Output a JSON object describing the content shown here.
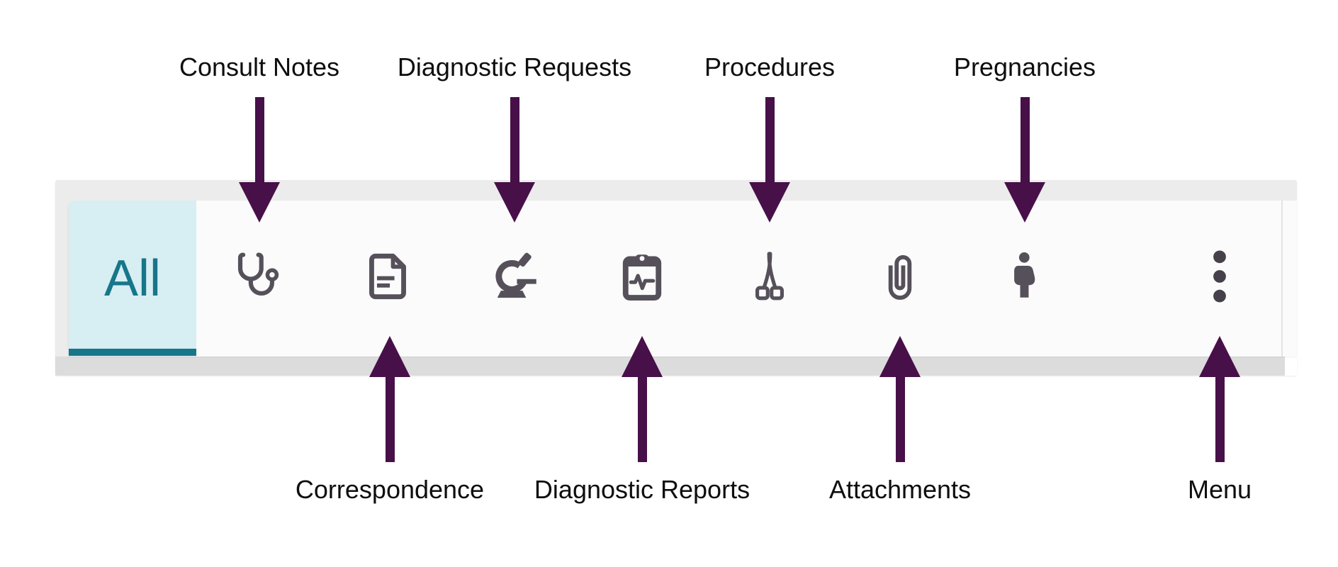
{
  "toolbar": {
    "all_tab_label": "All",
    "buttons": [
      {
        "id": "consult-notes",
        "icon": "stethoscope-icon"
      },
      {
        "id": "correspondence",
        "icon": "document-icon"
      },
      {
        "id": "diagnostic-requests",
        "icon": "microscope-icon"
      },
      {
        "id": "diagnostic-reports",
        "icon": "clipboard-pulse-icon"
      },
      {
        "id": "procedures",
        "icon": "scissors-icon"
      },
      {
        "id": "attachments",
        "icon": "paperclip-icon"
      },
      {
        "id": "pregnancies",
        "icon": "pregnant-person-icon"
      },
      {
        "id": "menu",
        "icon": "kebab-menu-icon"
      }
    ]
  },
  "annotations": {
    "top": [
      {
        "label": "Consult Notes"
      },
      {
        "label": "Diagnostic Requests"
      },
      {
        "label": "Procedures"
      },
      {
        "label": "Pregnancies"
      }
    ],
    "bottom": [
      {
        "label": "Correspondence"
      },
      {
        "label": "Diagnostic Reports"
      },
      {
        "label": "Attachments"
      },
      {
        "label": "Menu"
      }
    ]
  },
  "colors": {
    "accent_teal": "#17768a",
    "tab_background": "#d7eef3",
    "toolbar_background": "#fbfbfb",
    "frame_background": "#ececec",
    "bottom_strip": "#dcdcdc",
    "icon_color": "#56505a",
    "arrow_color": "#471049",
    "label_color": "#0e0e0e"
  }
}
